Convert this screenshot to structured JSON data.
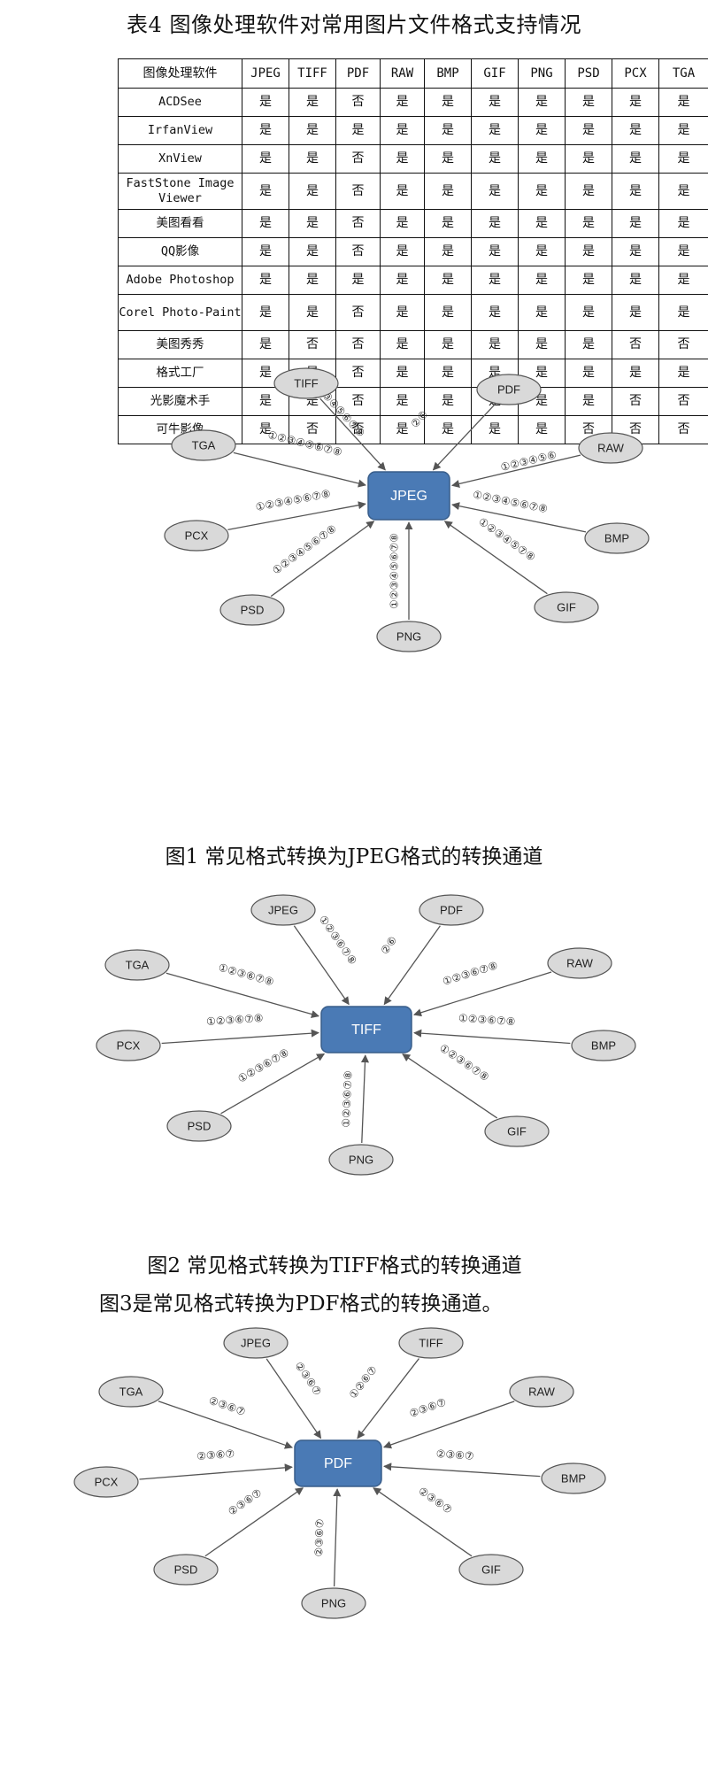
{
  "table": {
    "title": "表4 图像处理软件对常用图片文件格式支持情况",
    "headers": [
      "图像处理软件",
      "JPEG",
      "TIFF",
      "PDF",
      "RAW",
      "BMP",
      "GIF",
      "PNG",
      "PSD",
      "PCX",
      "TGA"
    ],
    "rows": [
      {
        "app": "ACDSee",
        "cells": [
          "是",
          "是",
          "否",
          "是",
          "是",
          "是",
          "是",
          "是",
          "是",
          "是"
        ]
      },
      {
        "app": "IrfanView",
        "cells": [
          "是",
          "是",
          "是",
          "是",
          "是",
          "是",
          "是",
          "是",
          "是",
          "是"
        ]
      },
      {
        "app": "XnView",
        "cells": [
          "是",
          "是",
          "否",
          "是",
          "是",
          "是",
          "是",
          "是",
          "是",
          "是"
        ]
      },
      {
        "app": "FastStone Image Viewer",
        "cells": [
          "是",
          "是",
          "否",
          "是",
          "是",
          "是",
          "是",
          "是",
          "是",
          "是"
        ]
      },
      {
        "app": "美图看看",
        "cells": [
          "是",
          "是",
          "否",
          "是",
          "是",
          "是",
          "是",
          "是",
          "是",
          "是"
        ]
      },
      {
        "app": "QQ影像",
        "cells": [
          "是",
          "是",
          "否",
          "是",
          "是",
          "是",
          "是",
          "是",
          "是",
          "是"
        ]
      },
      {
        "app": "Adobe Photoshop",
        "cells": [
          "是",
          "是",
          "是",
          "是",
          "是",
          "是",
          "是",
          "是",
          "是",
          "是"
        ]
      },
      {
        "app": "Corel Photo-Paint",
        "cells": [
          "是",
          "是",
          "否",
          "是",
          "是",
          "是",
          "是",
          "是",
          "是",
          "是"
        ]
      },
      {
        "app": "美图秀秀",
        "cells": [
          "是",
          "否",
          "否",
          "是",
          "是",
          "是",
          "是",
          "是",
          "否",
          "否"
        ]
      },
      {
        "app": "格式工厂",
        "cells": [
          "是",
          "是",
          "否",
          "是",
          "是",
          "是",
          "是",
          "是",
          "是",
          "是"
        ]
      },
      {
        "app": "光影魔术手",
        "cells": [
          "是",
          "是",
          "否",
          "是",
          "是",
          "是",
          "是",
          "是",
          "否",
          "否"
        ]
      },
      {
        "app": "可牛影像",
        "cells": [
          "是",
          "否",
          "否",
          "是",
          "是",
          "是",
          "是",
          "否",
          "否",
          "否"
        ]
      }
    ]
  },
  "figures": [
    {
      "center": "JPEG",
      "caption": "图1 常见格式转换为JPEG格式的转换通道",
      "spokes": [
        {
          "format": "TIFF",
          "channels": "①②③④⑤⑥⑦⑧"
        },
        {
          "format": "PDF",
          "channels": "②⑥"
        },
        {
          "format": "RAW",
          "channels": "①②③④⑤⑥"
        },
        {
          "format": "BMP",
          "channels": "①②③④⑤⑥⑦⑧"
        },
        {
          "format": "GIF",
          "channels": "①②③④⑤⑦⑧"
        },
        {
          "format": "PNG",
          "channels": "①②③④⑤⑥⑦⑧"
        },
        {
          "format": "PSD",
          "channels": "①②③④⑤⑥⑦⑧"
        },
        {
          "format": "PCX",
          "channels": "①②③④⑤⑥⑦⑧"
        },
        {
          "format": "TGA",
          "channels": "①②③④⑤⑥⑦⑧"
        }
      ]
    },
    {
      "center": "TIFF",
      "caption": "图2 常见格式转换为TIFF格式的转换通道",
      "spokes": [
        {
          "format": "JPEG",
          "channels": "①②③⑥⑦⑧"
        },
        {
          "format": "PDF",
          "channels": "②⑥"
        },
        {
          "format": "RAW",
          "channels": "①②③⑥⑦⑧"
        },
        {
          "format": "BMP",
          "channels": "①②③⑥⑦⑧"
        },
        {
          "format": "GIF",
          "channels": "①②③⑥⑦⑧"
        },
        {
          "format": "PNG",
          "channels": "①②③⑥⑦⑧"
        },
        {
          "format": "PSD",
          "channels": "①②③⑥⑦⑧"
        },
        {
          "format": "PCX",
          "channels": "①②③⑥⑦⑧"
        },
        {
          "format": "TGA",
          "channels": "①②③⑥⑦⑧"
        }
      ]
    },
    {
      "center": "PDF",
      "intro": "图3是常见格式转换为PDF格式的转换通道。",
      "spokes": [
        {
          "format": "JPEG",
          "channels": "②③⑥⑦"
        },
        {
          "format": "TIFF",
          "channels": "①②⑥⑦"
        },
        {
          "format": "RAW",
          "channels": "②③⑥⑦"
        },
        {
          "format": "BMP",
          "channels": "②③⑥⑦"
        },
        {
          "format": "GIF",
          "channels": "②③⑥⑦"
        },
        {
          "format": "PNG",
          "channels": "②③⑥⑦"
        },
        {
          "format": "PSD",
          "channels": "②③⑥⑦"
        },
        {
          "format": "PCX",
          "channels": "②③⑥⑦"
        },
        {
          "format": "TGA",
          "channels": "②③⑥⑦"
        }
      ]
    }
  ],
  "colors": {
    "center_fill": "#4a7ab5",
    "center_stroke": "#385d8a",
    "ellipse_fill": "#d9d9d9",
    "ellipse_stroke": "#555555",
    "arrow": "#555555"
  }
}
